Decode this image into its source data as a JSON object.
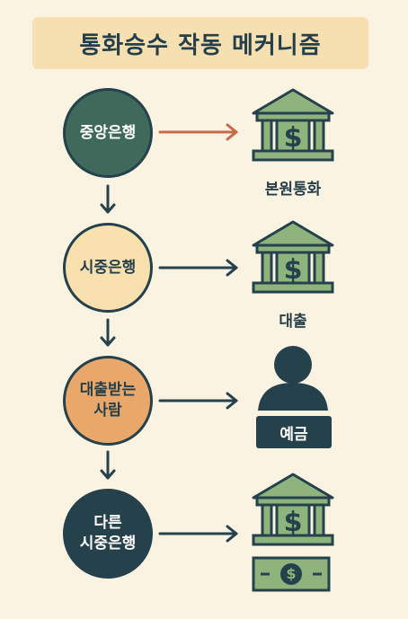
{
  "title": "통화승수 작동 메커니즘",
  "nodes": {
    "central_bank": "중앙은행",
    "commercial_bank": "시중은행",
    "borrower": "대출받는\n사람",
    "other_bank": "다른\n시중은행"
  },
  "labels": {
    "base_money": "본원통화",
    "loan": "대출",
    "deposit": "예금"
  },
  "icons": {
    "dollar": "$"
  },
  "colors": {
    "background": "#fbf3e2",
    "title_bg": "#f6dfb0",
    "dark_navy": "#25414c",
    "central_bank_fill": "#3f6a5b",
    "commercial_bank_fill": "#f8e1ae",
    "borrower_fill": "#e9a86a",
    "building_green": "#8fb37d",
    "arrow_orange": "#c76a4a"
  }
}
